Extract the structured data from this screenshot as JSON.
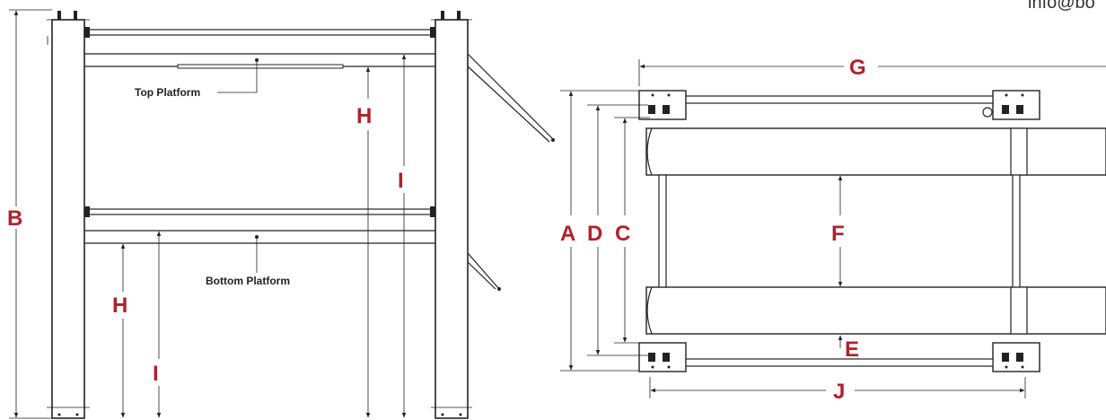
{
  "contact": {
    "email_fragment": "info@bo"
  },
  "side_view": {
    "callouts": {
      "top_platform": "Top Platform",
      "bottom_platform": "Bottom Platform"
    },
    "labels": {
      "B": "B",
      "H_upper": "H",
      "I_upper": "I",
      "H_lower": "H",
      "I_lower": "I"
    }
  },
  "top_view": {
    "labels": {
      "A": "A",
      "D": "D",
      "C": "C",
      "F": "F",
      "E": "E",
      "G": "G",
      "J": "J"
    }
  },
  "colors": {
    "dimension_letter": "#b3202a",
    "line": "#222222"
  }
}
